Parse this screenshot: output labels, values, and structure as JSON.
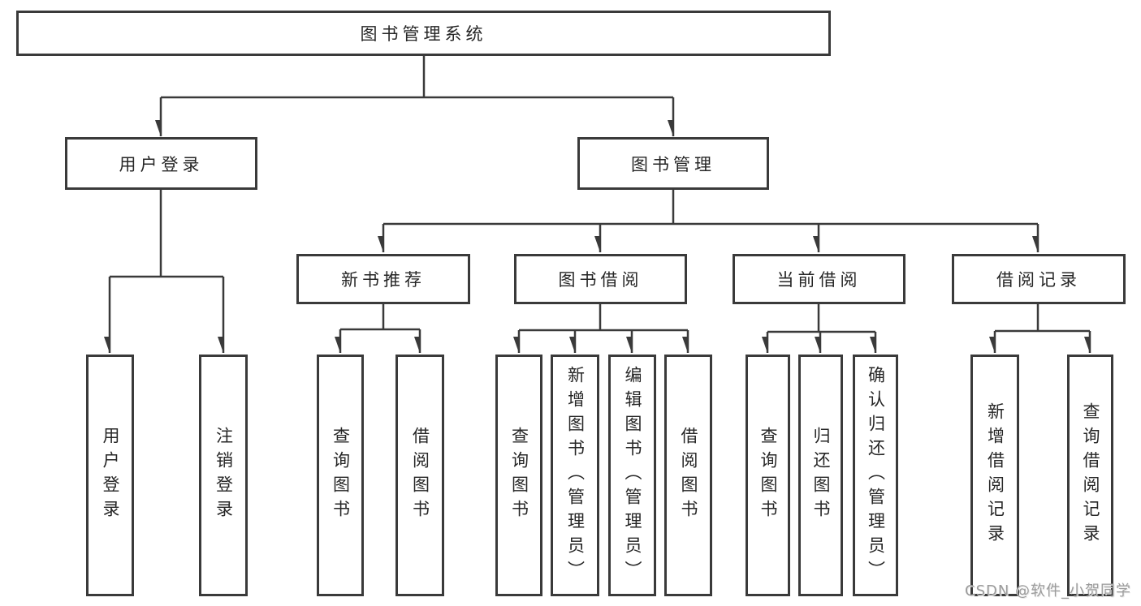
{
  "page": {
    "background": "#ffffff",
    "watermark": "CSDN @软件_小贺同学"
  },
  "colors": {
    "line": "#3a3a3a",
    "box_border": "#3a3a3a",
    "text": "#262626",
    "watermark": "#9c9c9c"
  },
  "tree": {
    "label": "图书管理系统",
    "children": [
      {
        "label": "用户登录",
        "children": [
          {
            "label": "用户登录"
          },
          {
            "label": "注销登录"
          }
        ]
      },
      {
        "label": "图书管理",
        "children": [
          {
            "label": "新书推荐",
            "children": [
              {
                "label": "查询图书"
              },
              {
                "label": "借阅图书"
              }
            ]
          },
          {
            "label": "图书借阅",
            "children": [
              {
                "label": "查询图书"
              },
              {
                "label": "新增图书（管理员）"
              },
              {
                "label": "编辑图书（管理员）"
              },
              {
                "label": "借阅图书"
              }
            ]
          },
          {
            "label": "当前借阅",
            "children": [
              {
                "label": "查询图书"
              },
              {
                "label": "归还图书"
              },
              {
                "label": "确认归还（管理员）"
              }
            ]
          },
          {
            "label": "借阅记录",
            "children": [
              {
                "label": "新增借阅记录"
              },
              {
                "label": "查询借阅记录"
              }
            ]
          }
        ]
      }
    ]
  }
}
